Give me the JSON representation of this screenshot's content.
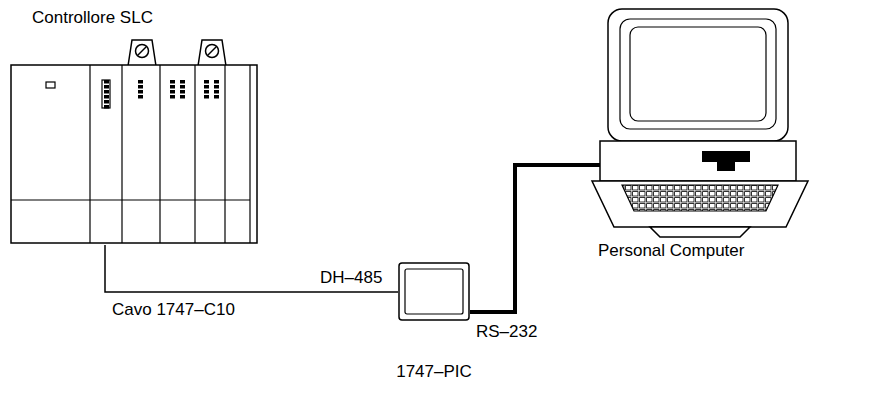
{
  "diagram": {
    "nodes": [
      {
        "text": [
          "Controllore SLC"
        ]
      },
      {
        "text": [
          "1747–PIC"
        ]
      },
      {
        "text": [
          "Personal Computer"
        ]
      }
    ],
    "edges": [
      {
        "from": 0,
        "to": 1,
        "label": "DH–485",
        "arrow": "none"
      },
      {
        "from": 1,
        "to": 2,
        "label": "RS–232",
        "arrow": "none"
      }
    ],
    "labels": [
      "Cavo 1747–C10"
    ]
  }
}
